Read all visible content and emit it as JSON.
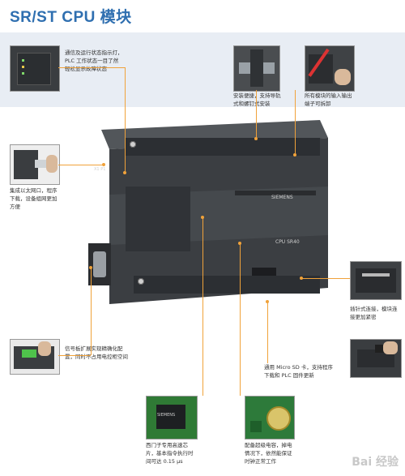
{
  "page": {
    "title": "SR/ST CPU 模块",
    "watermark": "Bai 经验"
  },
  "captions": {
    "status_led": [
      "通信及运行状态指示灯，",
      "PLC 工作状态一目了然",
      "轻松显示故障状态"
    ],
    "din_rail": [
      "安装便捷，支持导轨",
      "式和螺钉式安装"
    ],
    "terminals": [
      "所有模块的输入输出",
      "端子可拆卸"
    ],
    "ethernet": [
      "集成以太网口，程序",
      "下载，设备组网更加",
      "方便"
    ],
    "plug_connect": [
      "插针式连接，模块连",
      "接更加紧密"
    ],
    "signal_board": [
      "信号板扩展实现精确化配",
      "置，同时不占用电控柜空间"
    ],
    "sd_card": [
      "通用 Micro SD 卡，支持程序",
      "下载和 PLC 固件更新"
    ],
    "chip": [
      "西门子专用高速芯",
      "片，基本指令执行时",
      "间可达 0.15 μs"
    ],
    "capacitor": [
      "配备超级电容，掉电",
      "情况下，依然能保证",
      "时钟正常工作"
    ]
  },
  "device": {
    "brand": "SIEMENS",
    "model_label": "CPU SR40",
    "port_label": "X1 P1",
    "chip_label": "SIEMENS"
  },
  "colors": {
    "accent": "#2f6fb0",
    "leader": "#f0a23a",
    "band": "#e8edf4"
  }
}
